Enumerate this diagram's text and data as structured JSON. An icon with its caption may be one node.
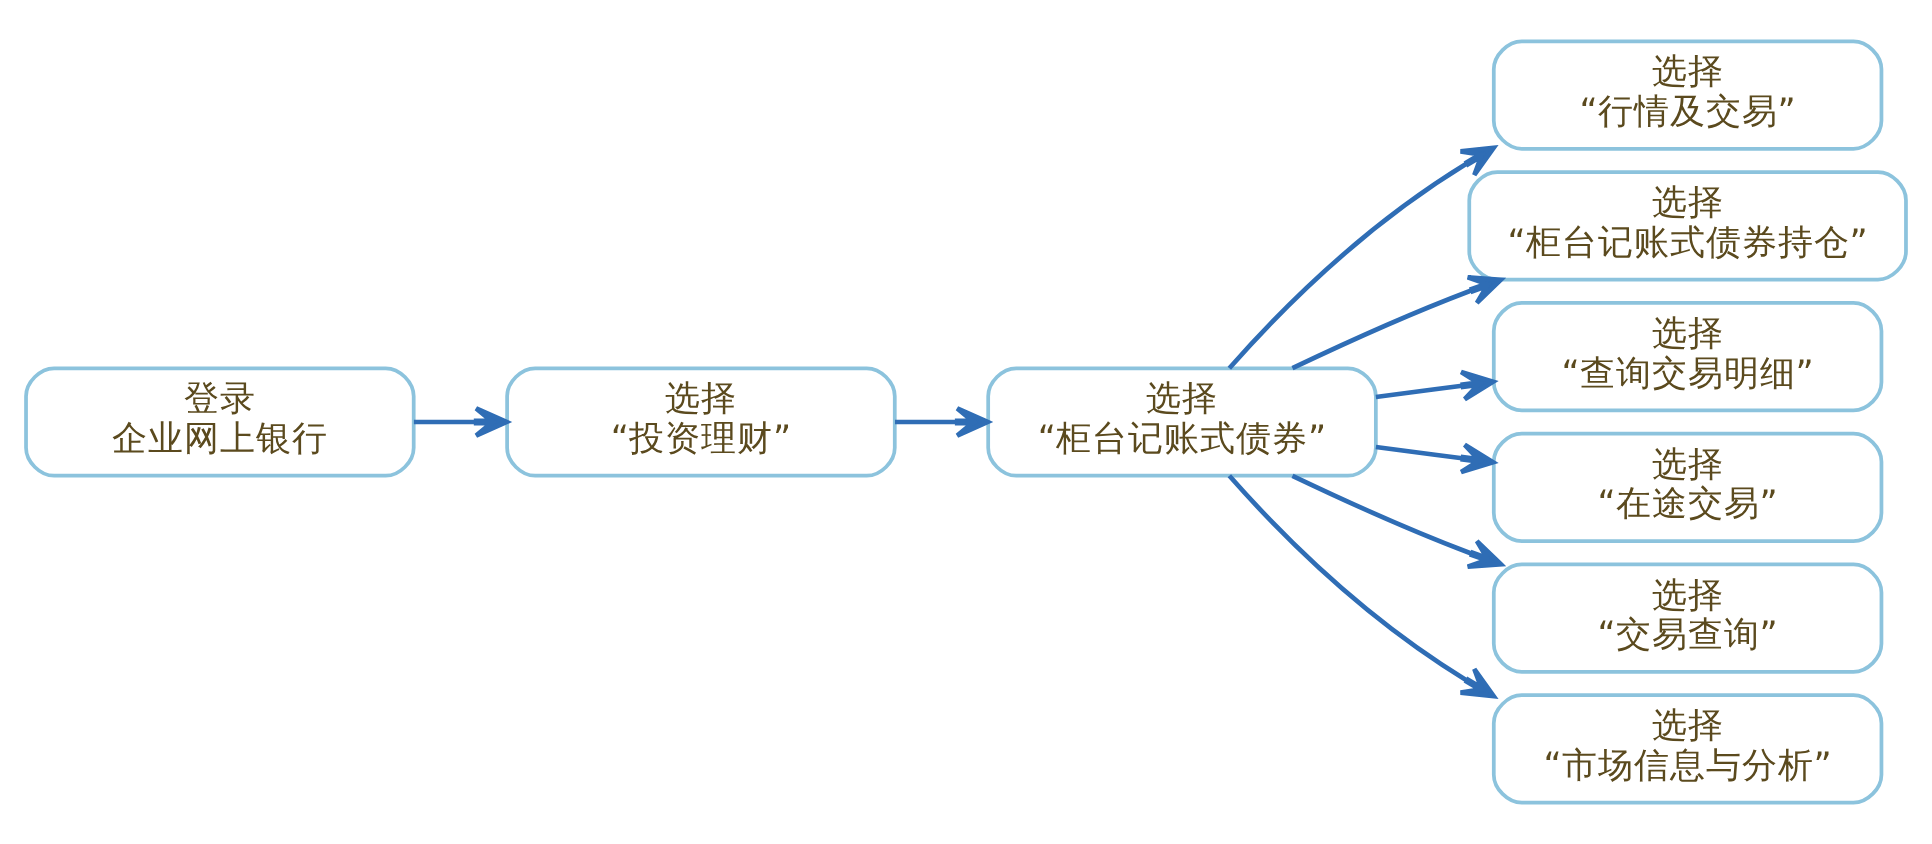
{
  "diagram": {
    "nodes": [
      {
        "text": [
          "登录",
          "企业网上银行"
        ]
      },
      {
        "text": [
          "选择",
          "“投资理财”"
        ]
      },
      {
        "text": [
          "选择",
          "“柜台记账式债券”"
        ]
      },
      {
        "text": [
          "选择",
          "“行情及交易”"
        ]
      },
      {
        "text": [
          "选择",
          "“柜台记账式债券持仓”"
        ]
      },
      {
        "text": [
          "选择",
          "“查询交易明细”"
        ]
      },
      {
        "text": [
          "选择",
          "“在途交易”"
        ]
      },
      {
        "text": [
          "选择",
          "“交易查询”"
        ]
      },
      {
        "text": [
          "选择",
          "“市场信息与分析”"
        ]
      }
    ],
    "edges": [
      {
        "from": 0,
        "to": 1,
        "arrow": "to"
      },
      {
        "from": 1,
        "to": 2,
        "arrow": "to"
      },
      {
        "from": 2,
        "to": 3,
        "arrow": "to"
      },
      {
        "from": 2,
        "to": 4,
        "arrow": "to"
      },
      {
        "from": 2,
        "to": 5,
        "arrow": "to"
      },
      {
        "from": 2,
        "to": 6,
        "arrow": "to"
      },
      {
        "from": 2,
        "to": 7,
        "arrow": "to"
      },
      {
        "from": 2,
        "to": 8,
        "arrow": "to"
      }
    ]
  }
}
